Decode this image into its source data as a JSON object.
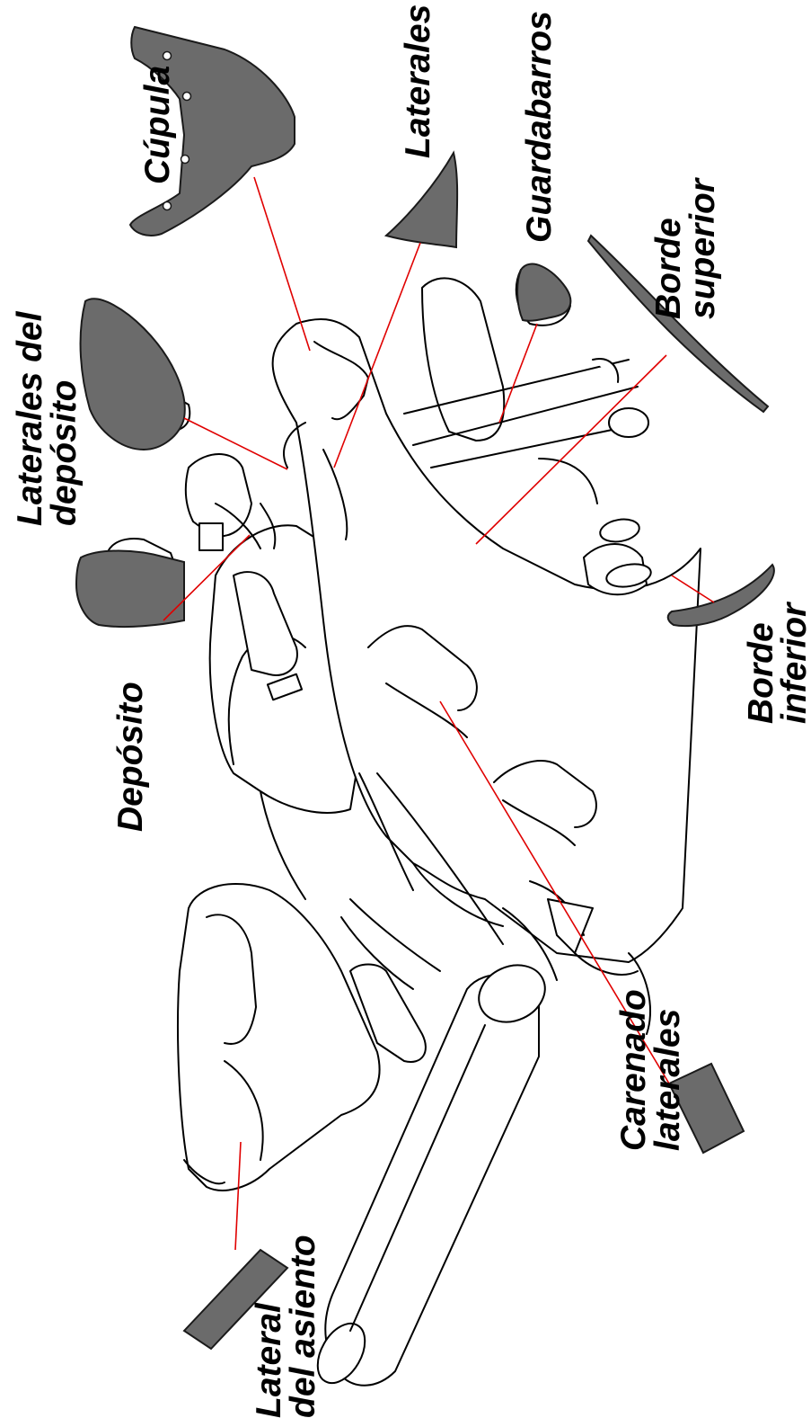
{
  "labels": {
    "cupula": "Cúpula",
    "laterales": "Laterales",
    "guardabarros": "Guardabarros",
    "borde_superior_1": "Borde",
    "borde_superior_2": "superior",
    "borde_inferior_1": "Borde",
    "borde_inferior_2": "inferior",
    "laterales_deposito_1": "Laterales del",
    "laterales_deposito_2": "depósito",
    "deposito": "Depósito",
    "carenado_laterales_1": "Carenado",
    "carenado_laterales_2": "laterales",
    "lateral_asiento_1": "Lateral",
    "lateral_asiento_2": "del asiento"
  },
  "colors": {
    "part_fill": "#6b6b6b",
    "leader_line": "#e00000",
    "outline": "#000000"
  }
}
